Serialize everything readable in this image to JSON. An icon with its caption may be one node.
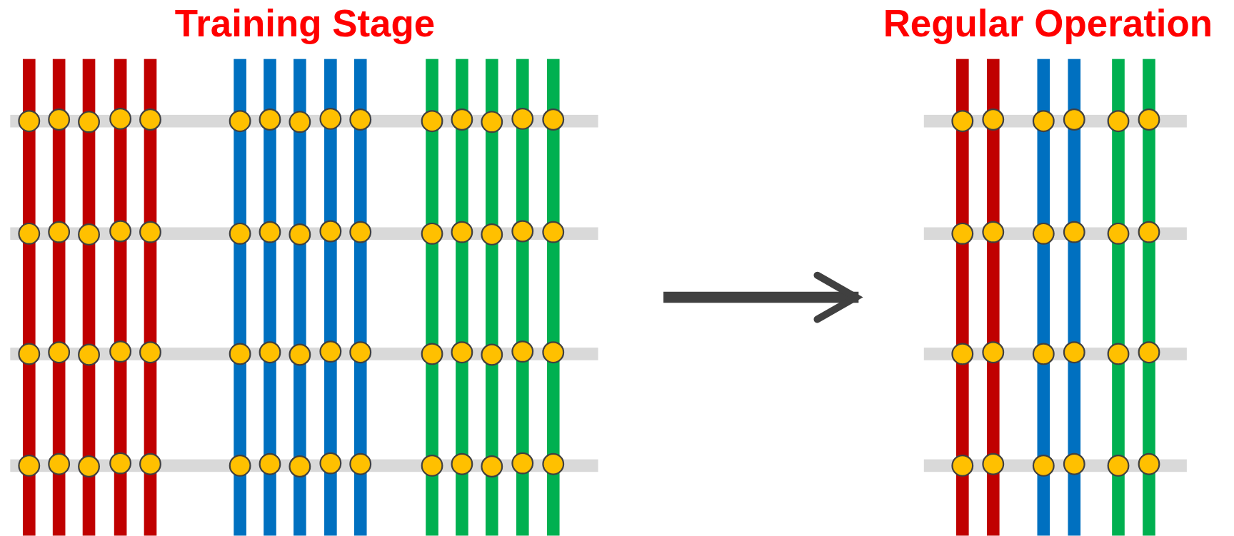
{
  "diagram": {
    "nodes": [
      {
        "text": [
          "Training Stage"
        ]
      },
      {
        "text": [
          "Regular Operation"
        ]
      }
    ],
    "edges": [
      {
        "from": 0,
        "to": 1,
        "arrow": "to"
      }
    ]
  }
}
